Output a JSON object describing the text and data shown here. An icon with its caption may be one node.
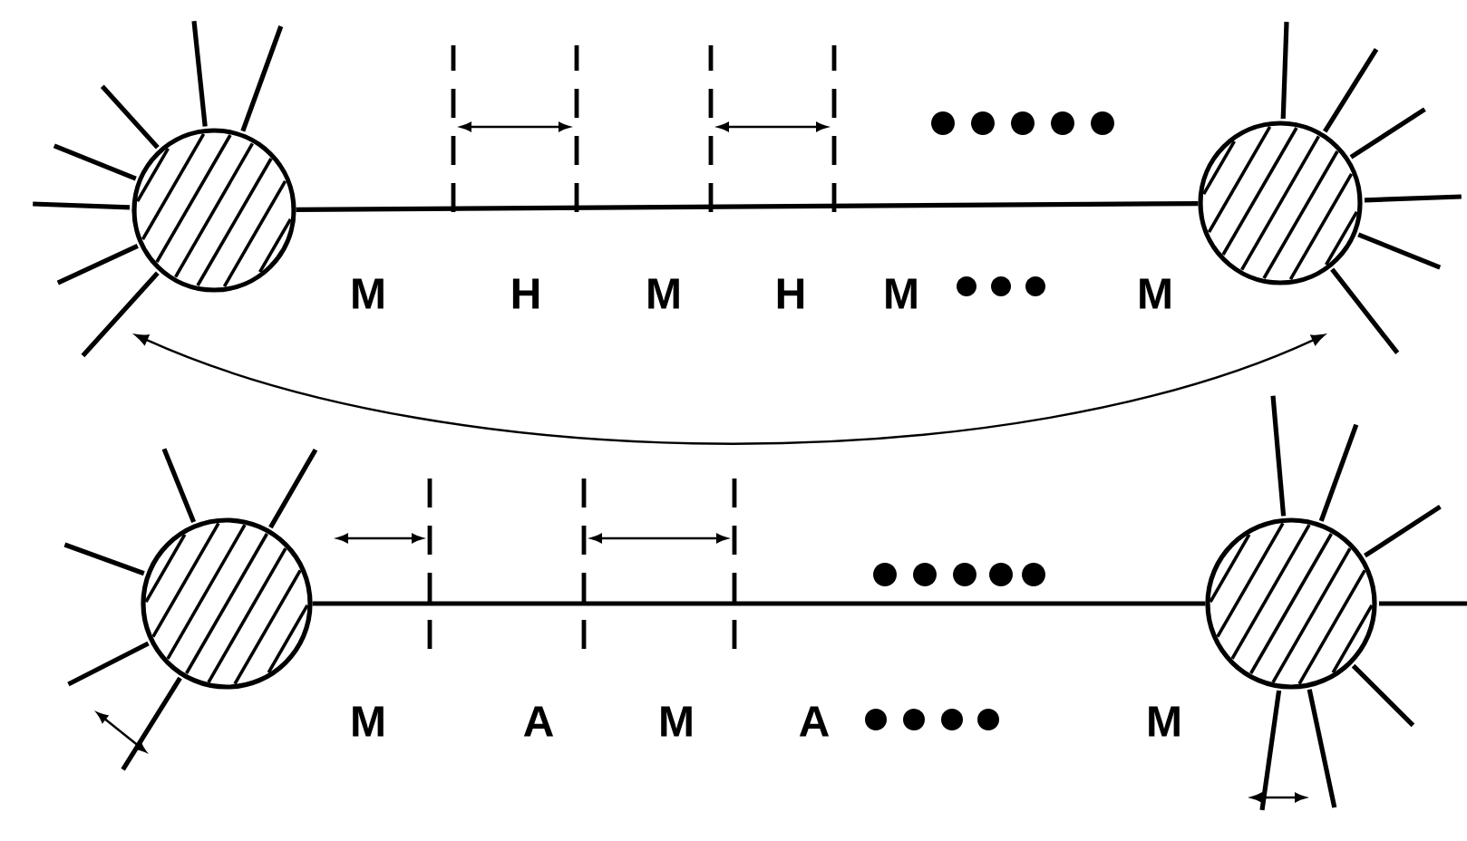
{
  "diagram": {
    "nodes": [
      {
        "text": [],
        "shape": "circle"
      },
      {
        "text": [],
        "shape": "circle"
      },
      {
        "text": [],
        "shape": "circle"
      },
      {
        "text": [],
        "shape": "circle"
      }
    ],
    "edges": [
      {
        "from": 0,
        "to": 1,
        "arrow": "none"
      },
      {
        "from": 2,
        "to": 3,
        "arrow": "none"
      },
      {
        "from": 0,
        "to": 1,
        "arrow": "both"
      }
    ],
    "labels": [
      "M",
      "H",
      "M",
      "H",
      "M",
      "M",
      "M",
      "A",
      "M",
      "A",
      "M"
    ]
  }
}
